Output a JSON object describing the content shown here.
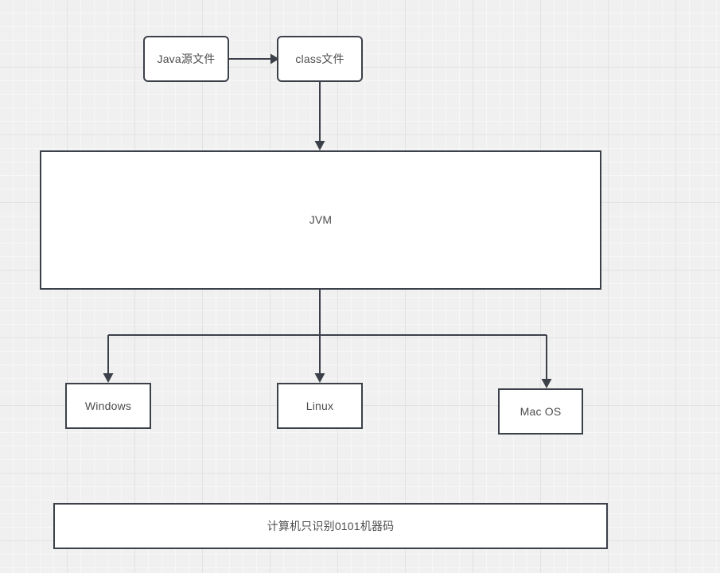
{
  "diagram": {
    "title": "Java platform independence via JVM",
    "background": {
      "style": "graph-paper-grid",
      "color": "#f0f0f0",
      "minor_grid_color": "#f7f7f7",
      "major_grid_color": "#e2e2e2"
    },
    "colors": {
      "node_border": "#3c4049",
      "node_fill": "#ffffff",
      "edge": "#3c4049",
      "text": "#4d4d4d"
    },
    "nodes": [
      {
        "id": "java-source",
        "label": "Java源文件",
        "shape": "rounded-rect"
      },
      {
        "id": "class-file",
        "label": "class文件",
        "shape": "rounded-rect"
      },
      {
        "id": "jvm",
        "label": "JVM",
        "shape": "rect"
      },
      {
        "id": "windows",
        "label": "Windows",
        "shape": "rect"
      },
      {
        "id": "linux",
        "label": "Linux",
        "shape": "rect"
      },
      {
        "id": "macos",
        "label": "Mac OS",
        "shape": "rect"
      },
      {
        "id": "machine-code",
        "label": "计算机只识别0101机器码",
        "shape": "rect"
      }
    ],
    "edges": [
      {
        "id": "java-to-class",
        "from": "java-source",
        "to": "class-file",
        "direction": "right"
      },
      {
        "id": "class-to-jvm",
        "from": "class-file",
        "to": "jvm",
        "direction": "down"
      },
      {
        "id": "jvm-to-windows",
        "from": "jvm",
        "to": "windows",
        "direction": "down"
      },
      {
        "id": "jvm-to-linux",
        "from": "jvm",
        "to": "linux",
        "direction": "down"
      },
      {
        "id": "jvm-to-macos",
        "from": "jvm",
        "to": "macos",
        "direction": "down"
      }
    ]
  }
}
